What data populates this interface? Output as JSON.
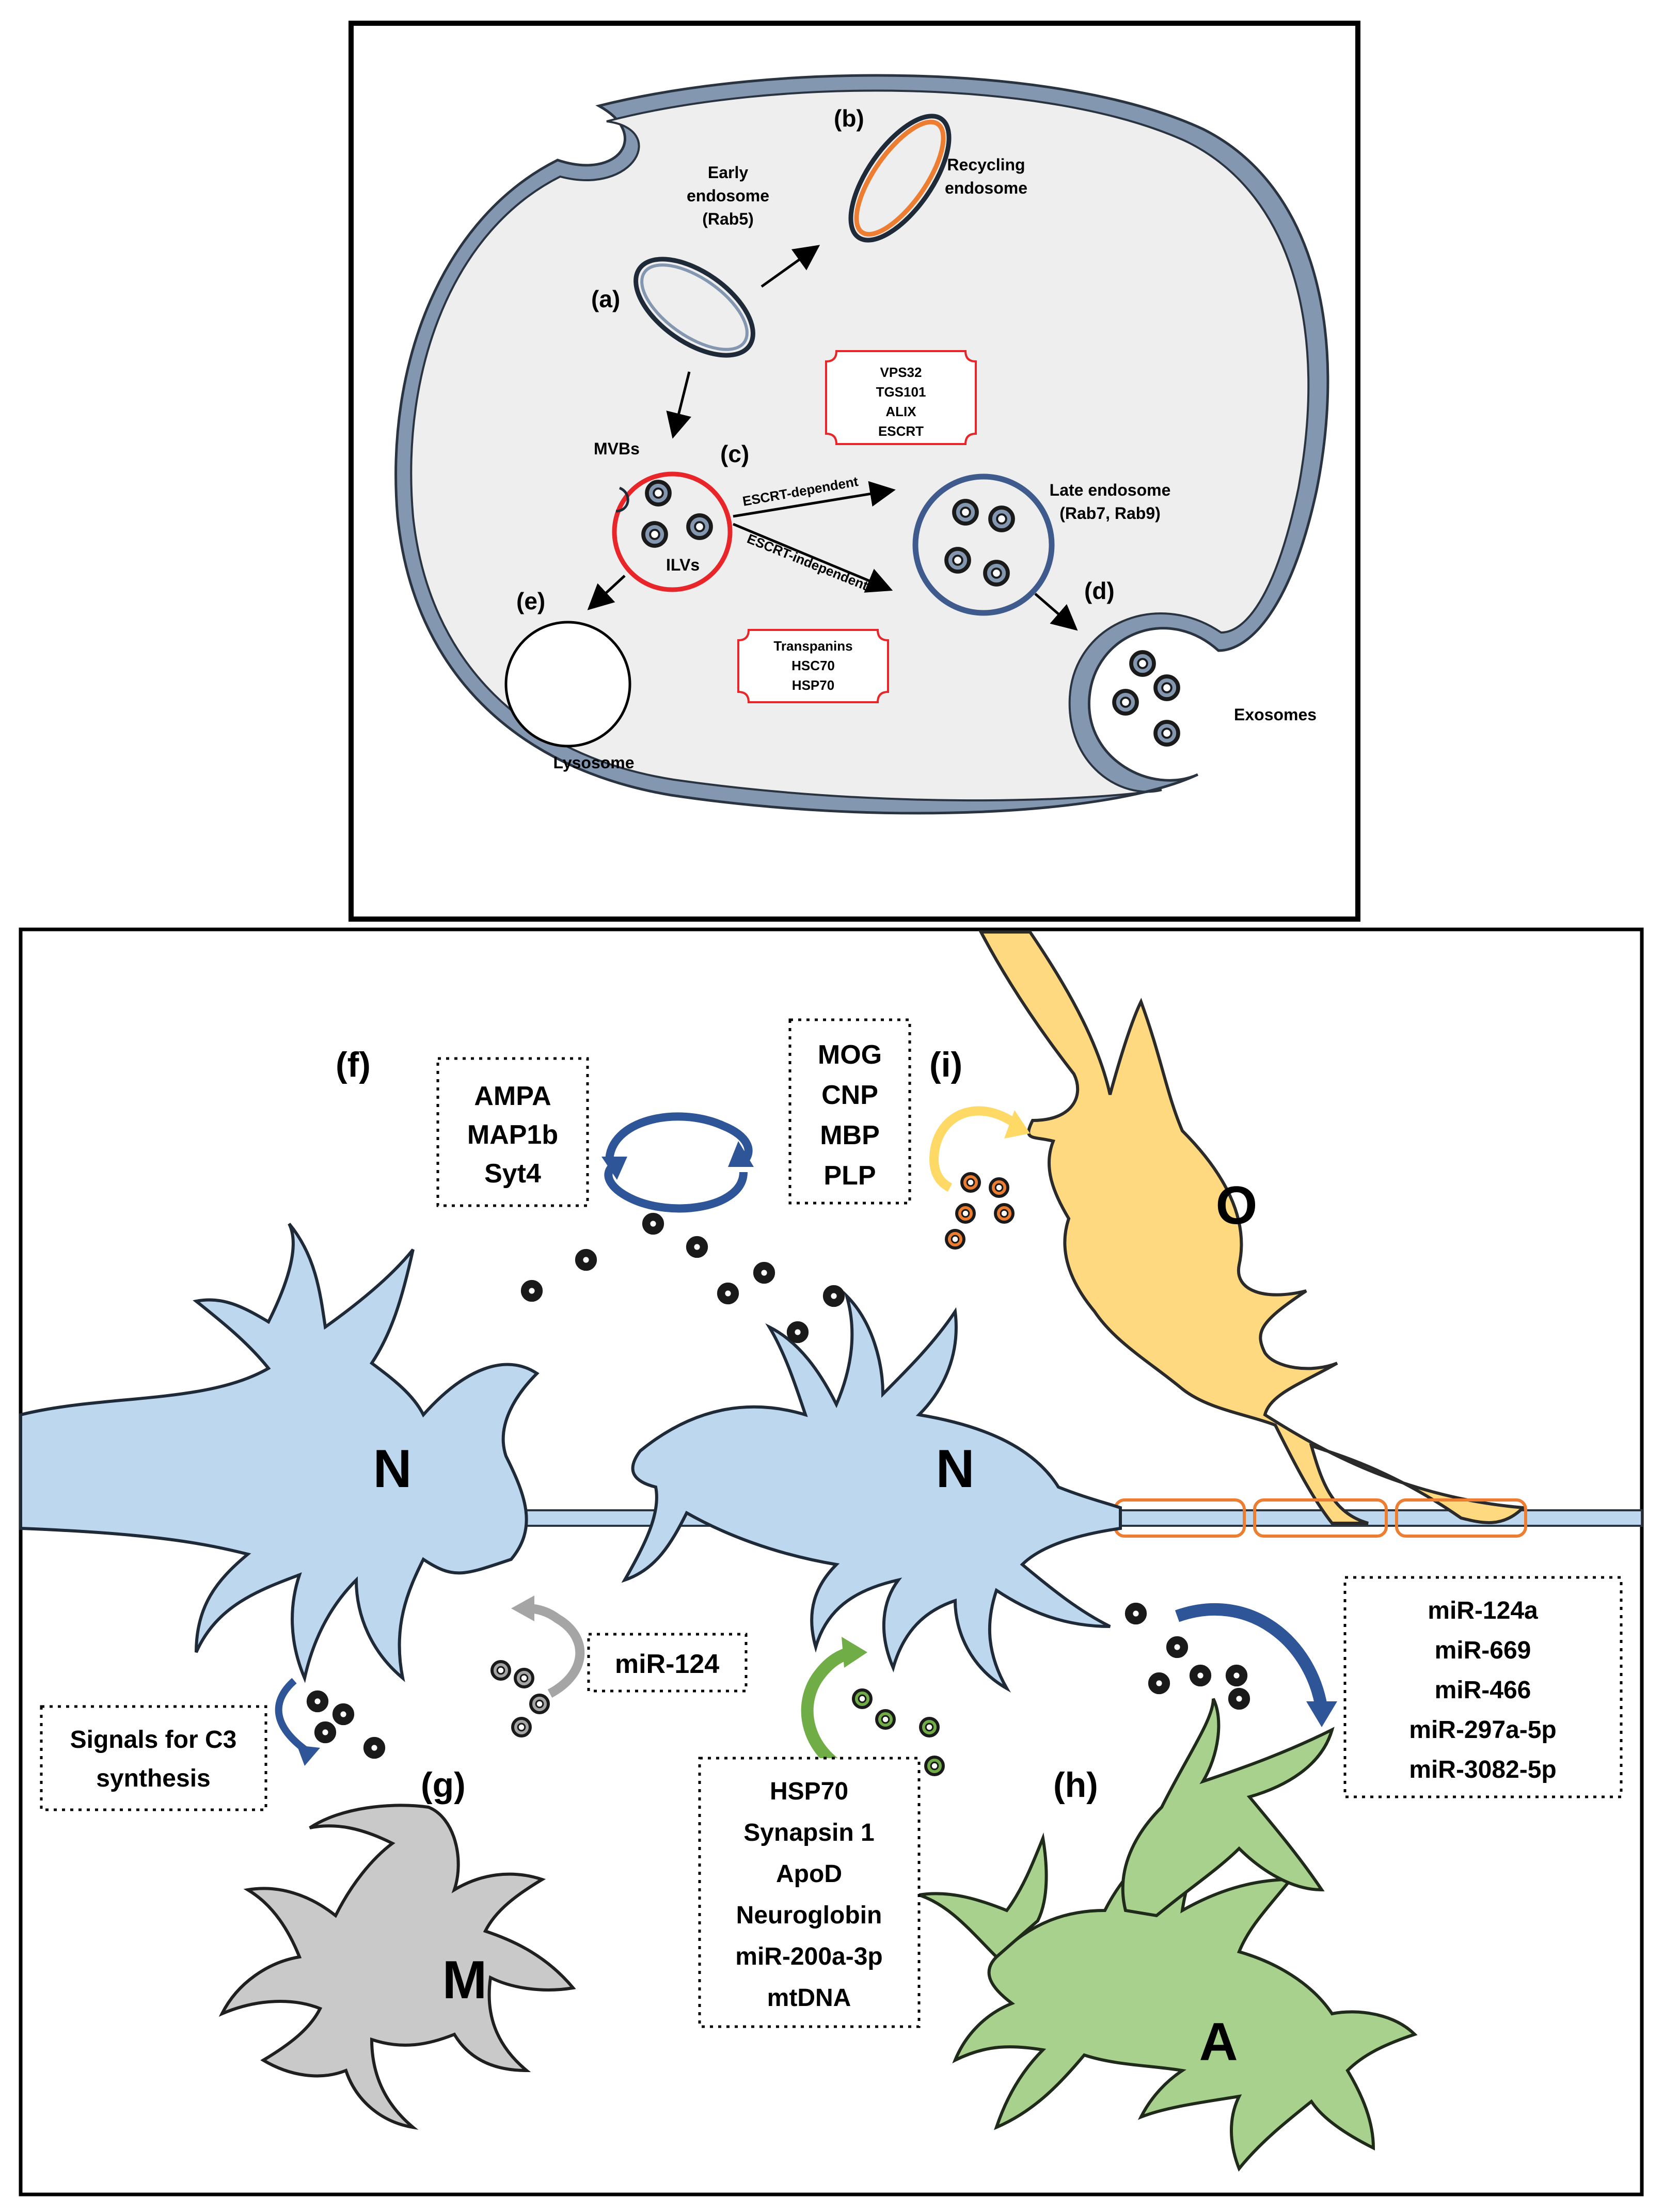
{
  "panel_top": {
    "labels": {
      "a": "(a)",
      "b": "(b)",
      "c": "(c)",
      "d": "(d)",
      "e": "(e)"
    },
    "early_endosome": [
      "Early",
      "endosome",
      "(Rab5)"
    ],
    "recycling_endosome": [
      "Recycling",
      "endosome"
    ],
    "mvbs": "MVBs",
    "ilvs": "ILVs",
    "late_endosome": [
      "Late endosome",
      "(Rab7, Rab9)"
    ],
    "escrt_dependent": "ESCRT-dependent",
    "escrt_independent": "ESCRT-independent",
    "escrt_box": [
      "VPS32",
      "TGS101",
      "ALIX",
      "ESCRT"
    ],
    "indep_box": [
      "Transpanins",
      "HSC70",
      "HSP70"
    ],
    "lysosome": "Lysosome",
    "exosomes": "Exosomes"
  },
  "panel_bottom": {
    "labels": {
      "f": "(f)",
      "g": "(g)",
      "h": "(h)",
      "i": "(i)"
    },
    "cells": {
      "neuron_left": "N",
      "neuron_right": "N",
      "oligodendrocyte": "O",
      "microglia": "M",
      "astrocyte": "A"
    },
    "box_f": [
      "AMPA",
      "MAP1b",
      "Syt4"
    ],
    "box_i": [
      "MOG",
      "CNP",
      "MBP",
      "PLP"
    ],
    "box_mir124": [
      "miR-124"
    ],
    "box_signals": [
      "Signals for C3",
      "synthesis"
    ],
    "box_astro_from": [
      "HSP70",
      "Synapsin 1",
      "ApoD",
      "Neuroglobin",
      "miR-200a-3p",
      "mtDNA"
    ],
    "box_h": [
      "miR-124a",
      "miR-669",
      "miR-466",
      "miR-297a-5p",
      "miR-3082-5p"
    ]
  },
  "colors": {
    "membrane": "#8497B0",
    "cytoplasm": "#EEEEEE",
    "recycling": "#ED7D31",
    "mvb": "#E8262A",
    "late": "#3F5B8E",
    "neuron": "#BDD7EE",
    "oligo": "#FFD97F",
    "astro": "#A9D18E",
    "micro": "#C9C9C9",
    "arrow_blue": "#2E5597",
    "arrow_gray": "#A5A5A5",
    "arrow_green": "#70AD47",
    "arrow_yellow": "#FFD966",
    "node_orange": "#ED7D31"
  }
}
